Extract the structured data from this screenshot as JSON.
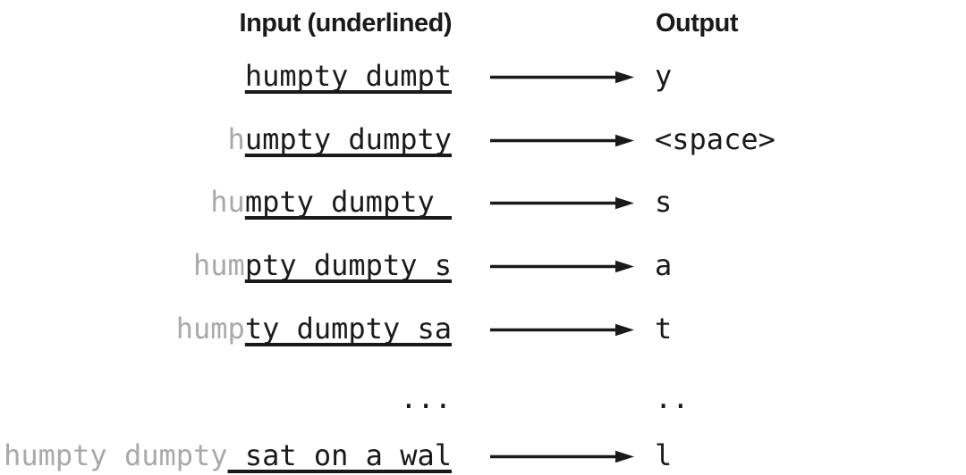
{
  "header": {
    "input_label": "Input (underlined)",
    "output_label": "Output"
  },
  "rows": [
    {
      "gray": "",
      "underlined": "humpty dumpt",
      "plain": "",
      "arrow": true,
      "output": "y"
    },
    {
      "gray": "h",
      "underlined": "umpty dumpty",
      "plain": "",
      "arrow": true,
      "output": "<space>"
    },
    {
      "gray": "hu",
      "underlined": "mpty dumpty ",
      "plain": "",
      "arrow": true,
      "output": "s"
    },
    {
      "gray": "hum",
      "underlined": "pty dumpty s",
      "plain": "",
      "arrow": true,
      "output": "a"
    },
    {
      "gray": "hump",
      "underlined": "ty dumpty sa",
      "plain": "",
      "arrow": true,
      "output": "t"
    },
    {
      "gray": "",
      "underlined": "",
      "plain": "...",
      "arrow": false,
      "output": ".."
    },
    {
      "gray": "humpty dumpty",
      "underlined": " sat on a wal",
      "plain": "",
      "arrow": true,
      "output": "l"
    }
  ],
  "colors": {
    "ink": "#1a1a1a",
    "muted": "#a9a9a9",
    "bg": "#ffffff"
  }
}
